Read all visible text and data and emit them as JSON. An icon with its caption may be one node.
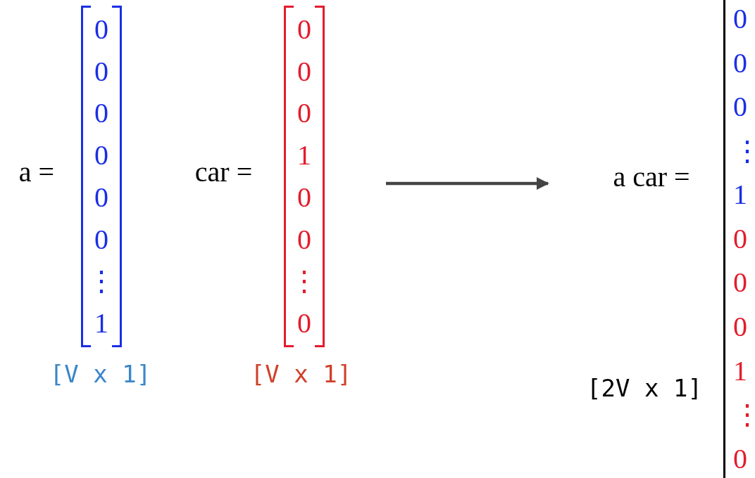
{
  "diagram": {
    "nodes": [
      {
        "text": [
          "0",
          "0",
          "0",
          "0",
          "0",
          "0",
          "⋮",
          "1"
        ],
        "beside": [
          "a =",
          "[V x 1]"
        ]
      },
      {
        "text": [
          "0",
          "0",
          "0",
          "1",
          "0",
          "0",
          "⋮",
          "0"
        ],
        "beside": [
          "car =",
          "[V x 1]"
        ]
      },
      {
        "text": [
          "0",
          "0",
          "0",
          "⋮",
          "1",
          "0",
          "0",
          "0",
          "1",
          "⋮",
          "0"
        ],
        "beside": [
          "a car =",
          "[2V x 1]"
        ]
      }
    ],
    "edges": [
      {
        "from": 1,
        "to": 2,
        "arrow": "to"
      }
    ]
  }
}
